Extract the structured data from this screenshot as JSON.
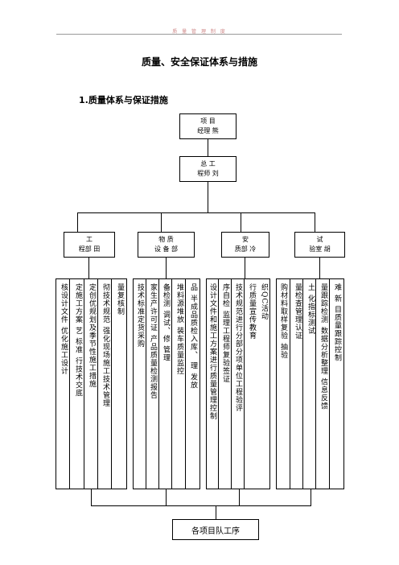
{
  "header": {
    "text": "质 量 管 理 制 度"
  },
  "title": "质量、安全保证体系与措施",
  "section_title": "1.质量体系与保证措施",
  "chart": {
    "top": {
      "line1": "项 目",
      "line2": "经理  熊"
    },
    "level2": {
      "line1": "总 工",
      "line2": "程师  刘"
    },
    "departments": [
      {
        "line1": "工",
        "line2": "程部 田"
      },
      {
        "line1": "物 质",
        "line2": "设 备 部"
      },
      {
        "line1": "安",
        "line2": "质部 冷"
      },
      {
        "line1": "试",
        "line2": "验室 胡"
      }
    ],
    "columns": [
      [
        "核设计文件 优化施工设计"
      ],
      [
        "定施工方案 艺 标准 行技术交底"
      ],
      [
        "定创优规划及季节性施工措施"
      ],
      [
        "彻技术规范 强化现场施工技术管理"
      ],
      [
        "量复核制"
      ],
      [
        "技术标准定货采购"
      ],
      [
        "家生产许可证 产品质量检测报告"
      ],
      [
        "备检测 调试、修 管理"
      ],
      [
        "堆料源堆放 装车质量监控"
      ],
      [
        "品 半成品质检入库、 理 发放"
      ],
      [
        "设计文件和施工方案进行质量管理控制"
      ],
      [
        "序自检 监理工程师复验签证"
      ],
      [
        "技术规范进行分部分项单位工程验评"
      ],
      [
        "织QC活动",
        "行质量宣传教育"
      ],
      [
        "购材料取样复验 抽验"
      ],
      [
        "量检查管理认证"
      ],
      [
        "土 化指标测试"
      ],
      [
        "量跟踪检测 数据分析整理 信息反馈"
      ],
      [
        "难 新 目质量跟踪控制"
      ]
    ],
    "bottom": "各项目队工序"
  }
}
